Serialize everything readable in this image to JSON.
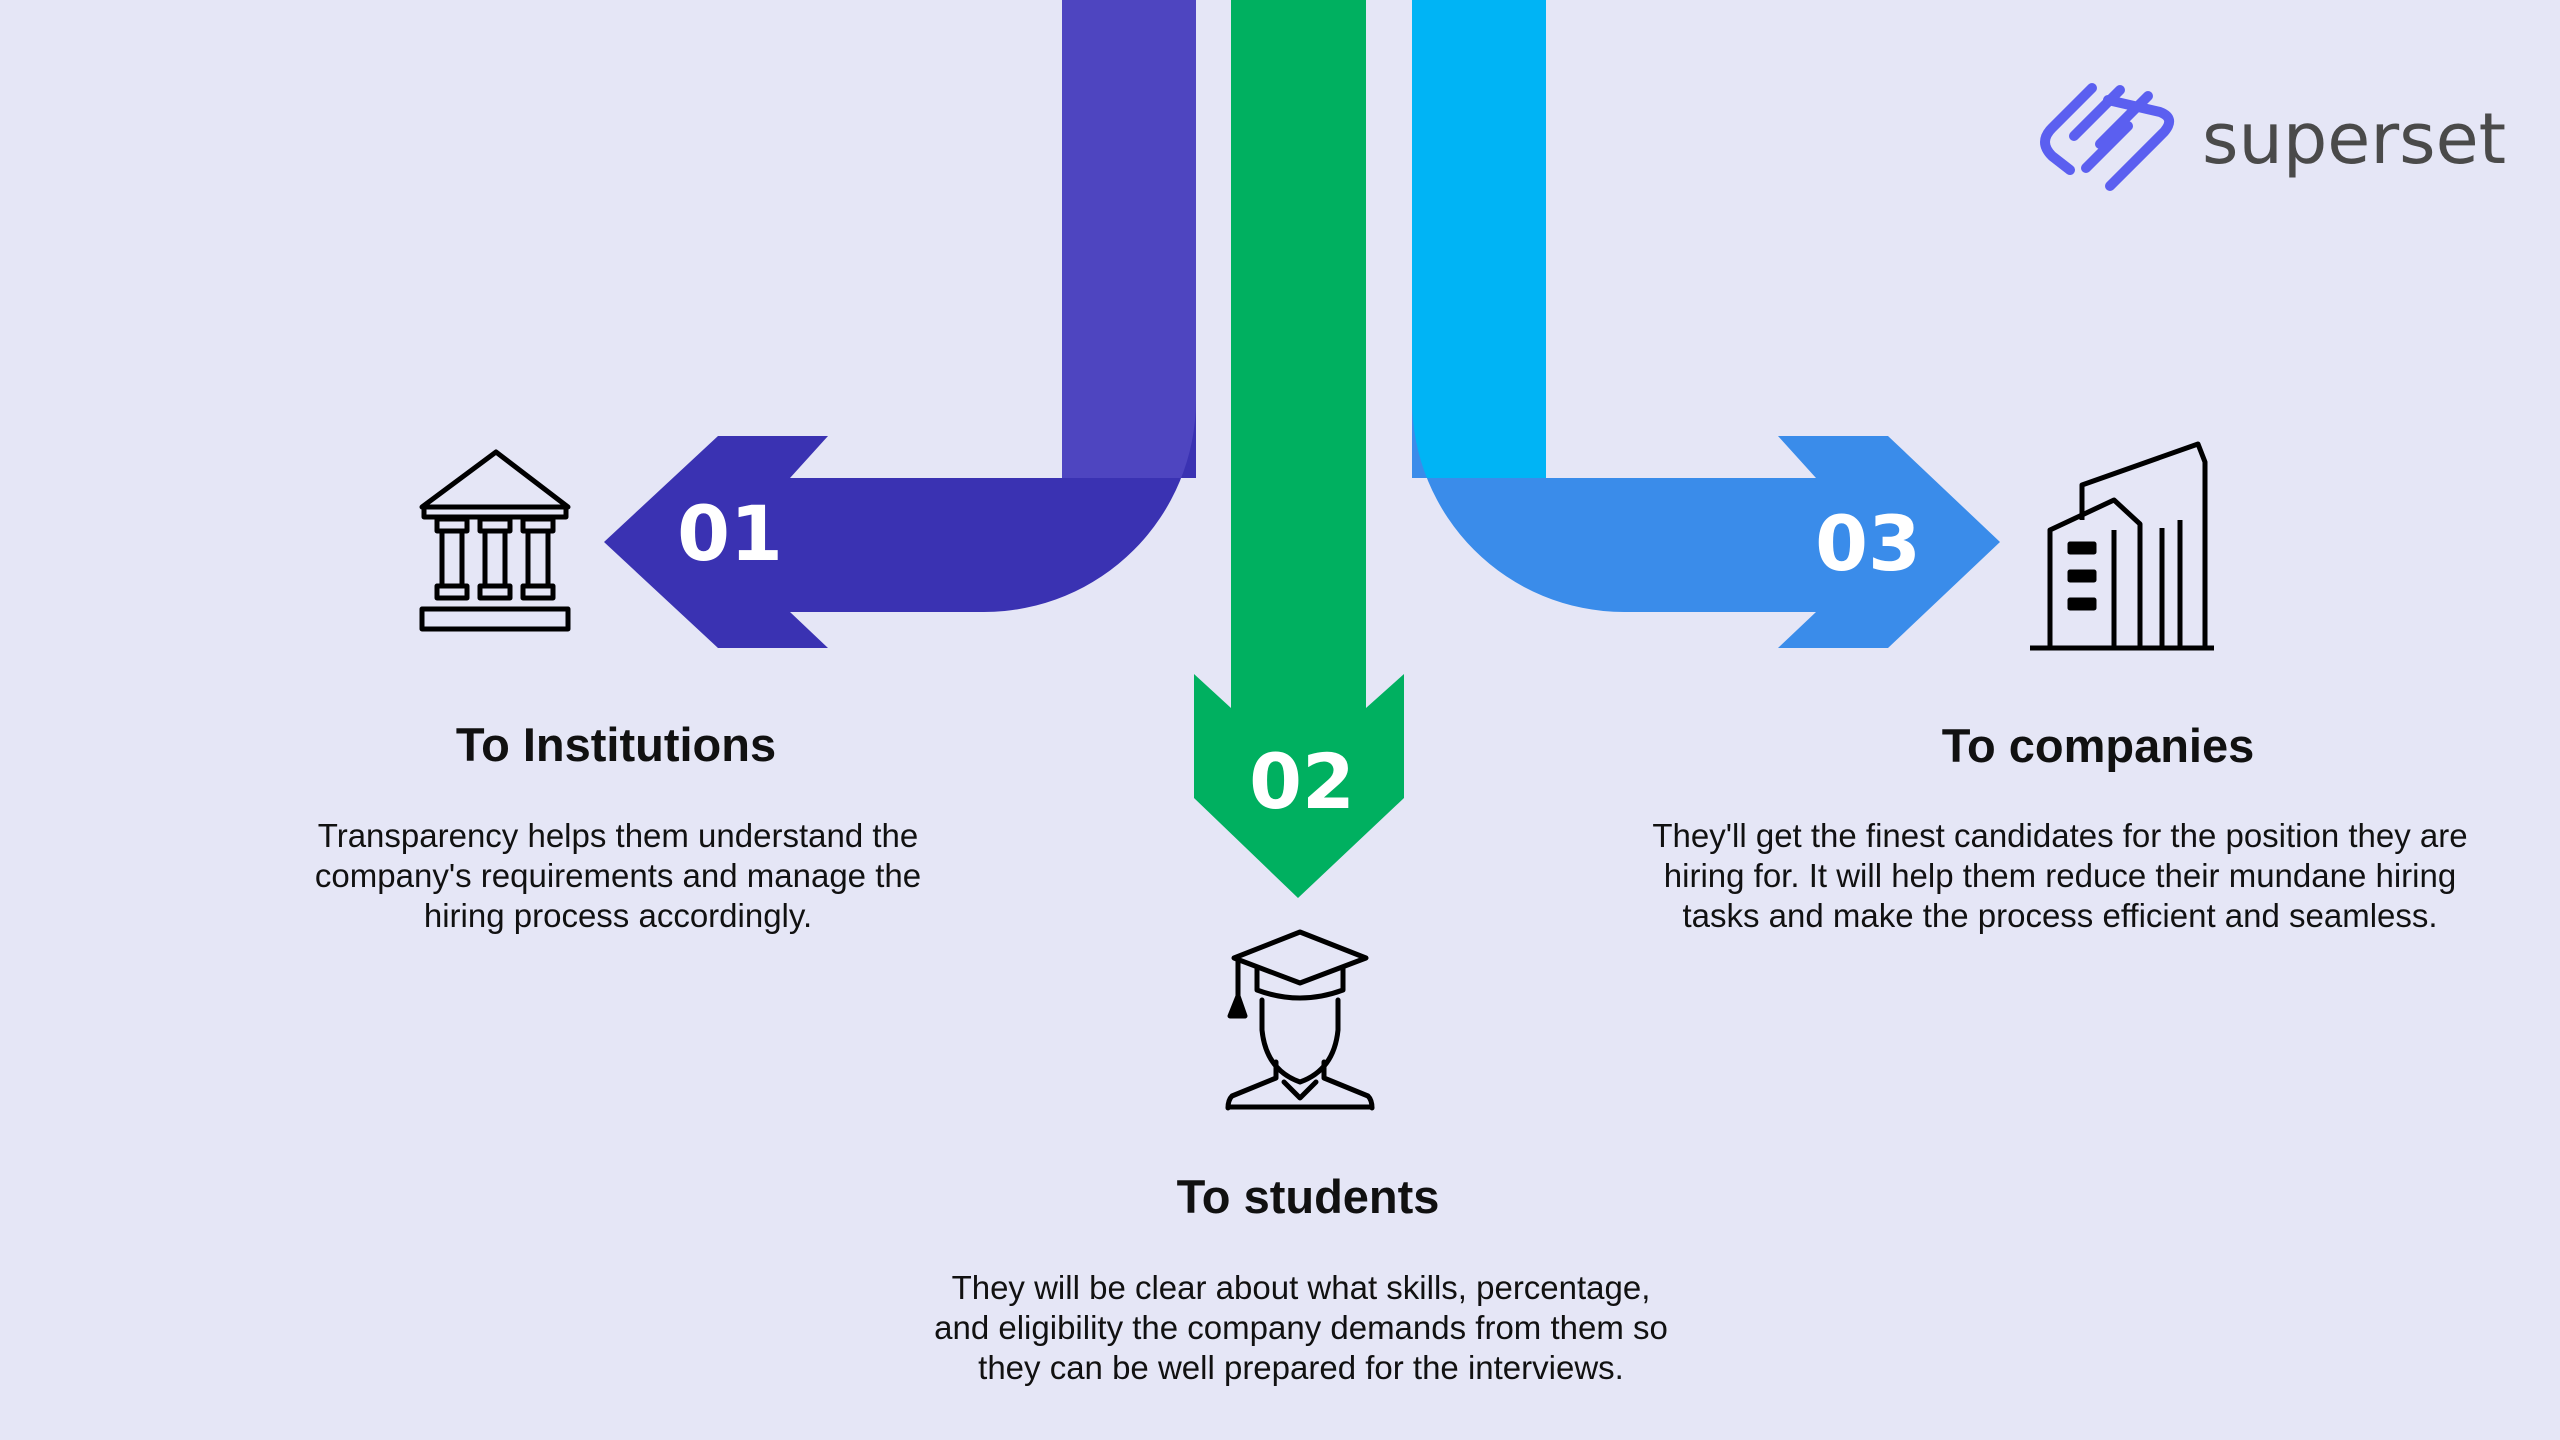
{
  "logo": {
    "text": "superset"
  },
  "steps": [
    {
      "number": "01",
      "title": "To Institutions",
      "description": "Transparency helps them understand the company's requirements and manage the hiring process accordingly.",
      "icon": "institution-icon",
      "color": "#3a32b2"
    },
    {
      "number": "02",
      "title": "To students",
      "description": "They will be clear about what skills, percentage, and eligibility the company demands from them so they can be well prepared for the interviews.",
      "icon": "graduate-student-icon",
      "color": "#00b060"
    },
    {
      "number": "03",
      "title": "To companies",
      "description": "They'll get the finest candidates for the position they are hiring for. It will help them reduce their mundane hiring tasks and make the process efficient and seamless.",
      "icon": "office-building-icon",
      "color": "#3a8cea"
    }
  ],
  "colors": {
    "background": "#e5e6f6",
    "arrow_1_stem": "#4e45c0",
    "arrow_1_head": "#3a32b2",
    "arrow_2": "#00b060",
    "arrow_3_stem": "#00b4f5",
    "arrow_3_head": "#3a8cea",
    "logo_accent": "#5b5ff0"
  }
}
